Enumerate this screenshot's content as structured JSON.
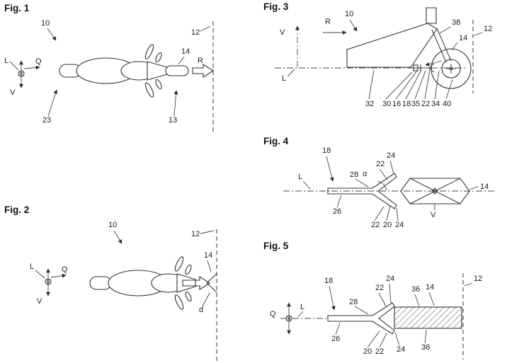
{
  "fig1": {
    "title": "Fig. 1",
    "labels": {
      "n10": "10",
      "n12": "12",
      "n14": "14",
      "R": "R",
      "L": "L",
      "Q": "Q",
      "V": "V",
      "n23": "23",
      "n13": "13"
    }
  },
  "fig2": {
    "title": "Fig. 2",
    "labels": {
      "n10": "10",
      "n12": "12",
      "n14": "14",
      "L": "L",
      "Q": "Q",
      "V": "V",
      "d": "d"
    }
  },
  "fig3": {
    "title": "Fig. 3",
    "labels": {
      "n10": "10",
      "R": "R",
      "V": "V",
      "L": "L",
      "n38": "38",
      "n14": "14",
      "n12": "12",
      "n32": "32",
      "n30": "30",
      "n16": "16",
      "n18": "18",
      "n35": "35",
      "n22": "22",
      "n34": "34",
      "n40": "40"
    }
  },
  "fig4": {
    "title": "Fig. 4",
    "labels": {
      "n18": "18",
      "n24a": "24",
      "n22a": "22",
      "n28": "28",
      "alpha": "α",
      "L": "L",
      "n26": "26",
      "n22b": "22",
      "n20": "20",
      "n24b": "24",
      "n14": "14",
      "V": "V"
    }
  },
  "fig5": {
    "title": "Fig. 5",
    "labels": {
      "n18": "18",
      "n24a": "24",
      "n22a": "22",
      "n28": "28",
      "n36a": "36",
      "n14": "14",
      "n12": "12",
      "Q": "Q",
      "L": "L",
      "n26": "26",
      "n20": "20",
      "n22b": "22",
      "n24b": "24",
      "n36b": "36"
    }
  }
}
